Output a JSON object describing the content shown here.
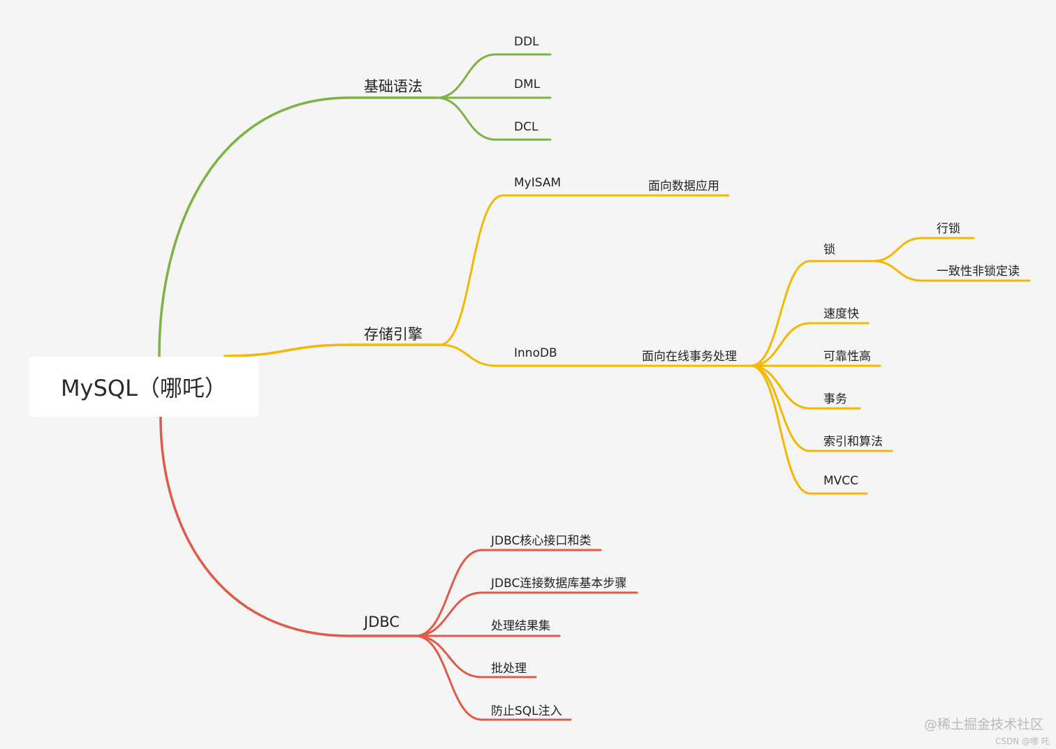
{
  "colors": {
    "green": "#7cb342",
    "yellow": "#f5b700",
    "red": "#e05a47"
  },
  "root": "MySQL（哪吒）",
  "branches": {
    "basic": {
      "label": "基础语法",
      "children": [
        "DDL",
        "DML",
        "DCL"
      ]
    },
    "storage": {
      "label": "存储引擎",
      "myisam": {
        "label": "MyISAM",
        "detail": "面向数据应用"
      },
      "innodb": {
        "label": "InnoDB",
        "detail": "面向在线事务处理",
        "lock": {
          "label": "锁",
          "children": [
            "行锁",
            "一致性非锁定读"
          ]
        },
        "features": [
          "速度快",
          "可靠性高",
          "事务",
          "索引和算法",
          "MVCC"
        ]
      }
    },
    "jdbc": {
      "label": "JDBC",
      "children": [
        "JDBC核心接口和类",
        "JDBC连接数据库基本步骤",
        "处理结果集",
        "批处理",
        "防止SQL注入"
      ]
    }
  },
  "watermark": {
    "primary": "@稀土掘金技术社区",
    "secondary": "CSDN @哪 吒"
  }
}
